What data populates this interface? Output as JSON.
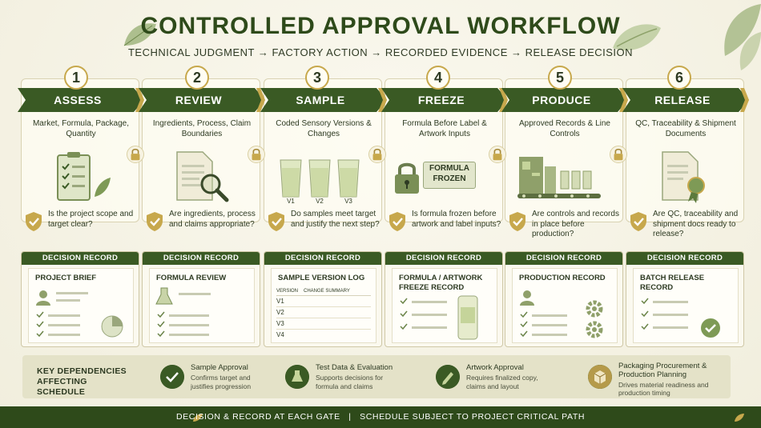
{
  "title": "CONTROLLED APPROVAL WORKFLOW",
  "subtitle": "TECHNICAL JUDGMENT → FACTORY ACTION → RECORDED EVIDENCE → RELEASE DECISION",
  "stages": [
    {
      "num": "1",
      "name": "ASSESS",
      "desc": "Market, Formula, Package, Quantity",
      "question": "Is the project scope and target clear?",
      "record_header": "DECISION RECORD",
      "record_title": "PROJECT BRIEF",
      "icon": "clipboard-icon"
    },
    {
      "num": "2",
      "name": "REVIEW",
      "desc": "Ingredients, Process, Claim Boundaries",
      "question": "Are ingredients, process and claims appropriate?",
      "record_header": "DECISION RECORD",
      "record_title": "FORMULA REVIEW",
      "icon": "magnifier-document-icon"
    },
    {
      "num": "3",
      "name": "SAMPLE",
      "desc": "Coded Sensory Versions & Changes",
      "question": "Do samples meet target and justify the next step?",
      "record_header": "DECISION RECORD",
      "record_title": "SAMPLE VERSION LOG",
      "icon": "sample-cups-icon",
      "cups": [
        "V1",
        "V2",
        "V3"
      ],
      "log_headers": [
        "VERSION",
        "CHANGE SUMMARY"
      ],
      "log_rows": [
        "V1",
        "V2",
        "V3",
        "V4"
      ]
    },
    {
      "num": "4",
      "name": "FREEZE",
      "desc": "Formula Before Label & Artwork Inputs",
      "question": "Is formula frozen before artwork and label inputs?",
      "record_header": "DECISION RECORD",
      "record_title": "FORMULA / ARTWORK FREEZE RECORD",
      "icon": "lock-icon",
      "stamp": "FORMULA FROZEN"
    },
    {
      "num": "5",
      "name": "PRODUCE",
      "desc": "Approved Records & Line Controls",
      "question": "Are controls and records in place before production?",
      "record_header": "DECISION RECORD",
      "record_title": "PRODUCTION RECORD",
      "icon": "factory-line-icon"
    },
    {
      "num": "6",
      "name": "RELEASE",
      "desc": "QC, Traceability & Shipment Documents",
      "question": "Are QC, traceability and shipment docs ready to release?",
      "record_header": "DECISION RECORD",
      "record_title": "BATCH RELEASE RECORD",
      "icon": "certificate-icon"
    }
  ],
  "dependencies": {
    "title": "KEY DEPENDENCIES AFFECTING SCHEDULE",
    "items": [
      {
        "title": "Sample Approval",
        "sub": "Confirms target and justifies progression",
        "icon": "check-icon"
      },
      {
        "title": "Test Data & Evaluation",
        "sub": "Supports decisions for formula and claims",
        "icon": "flask-icon"
      },
      {
        "title": "Artwork Approval",
        "sub": "Requires finalized copy, claims and layout",
        "icon": "pen-icon"
      },
      {
        "title": "Packaging Procurement & Production Planning",
        "sub": "Drives material readiness and production timing",
        "icon": "box-icon"
      }
    ]
  },
  "footer": "DECISION & RECORD AT EACH GATE   |   SCHEDULE SUBJECT TO PROJECT CRITICAL PATH",
  "colors": {
    "dark_green": "#2e4a1a",
    "banner_green": "#3a5a24",
    "gold": "#c7a84c",
    "background": "#f4f1e4"
  }
}
